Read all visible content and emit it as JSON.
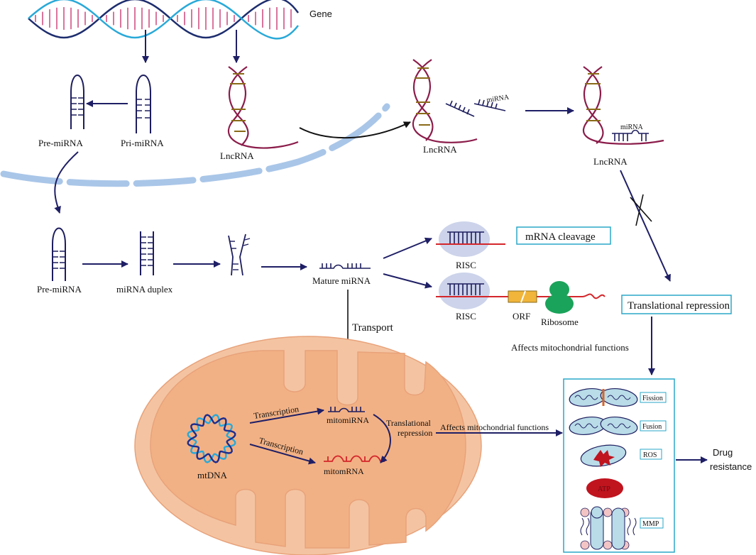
{
  "labels": {
    "gene": "Gene",
    "pre_mirna_top": "Pre-miRNA",
    "pri_mirna": "Pri-miRNA",
    "lncrna_1": "LncRNA",
    "lncrna_2": "LncRNA",
    "lncrna_3": "LncRNA",
    "mirna_small_1": "miRNA",
    "mirna_small_2": "miRNA",
    "pre_mirna_mid": "Pre-miRNA",
    "mirna_duplex": "miRNA duplex",
    "mature_mirna": "Mature miRNA",
    "risc_1": "RISC",
    "risc_2": "RISC",
    "orf": "ORF",
    "ribosome": "Ribosome",
    "mrna_cleavage": "mRNA cleavage",
    "translational_repression": "Translational repression",
    "affects_top": "Affects mitochondrial functions",
    "transport": "Transport",
    "transcription_1": "Transcription",
    "transcription_2": "Transcription",
    "mitomirna": "mitomiRNA",
    "mitomrna": "mitomRNA",
    "mtdna": "mtDNA",
    "translational_repression_line1": "Translational",
    "translational_repression_line2": "repression",
    "affects_mid": "Affects mitochondrial functions",
    "fission": "Fission",
    "fusion": "Fusion",
    "ros": "ROS",
    "atp": "ATP",
    "mmp": "MMP",
    "drug_line1": "Drug",
    "drug_line2": "resistance"
  },
  "colors": {
    "navy": "#1d1d5e",
    "crimson": "#8b1c4a",
    "helix_blue": "#29a9d8",
    "membrane_blue": "#a9c6e8",
    "mito_outer": "#f4c4a2",
    "mito_inner": "#f2b184",
    "mito_stroke": "#e8a27a",
    "box_border": "#2aa7c9",
    "risc_fill": "#ccd3ea",
    "orf_fill": "#f0b53a",
    "ribosome_fill": "#1aa35a",
    "mrna_red": "#d4262b",
    "atp_fill": "#c0141f",
    "mito_small_fill": "#b9dce8"
  }
}
